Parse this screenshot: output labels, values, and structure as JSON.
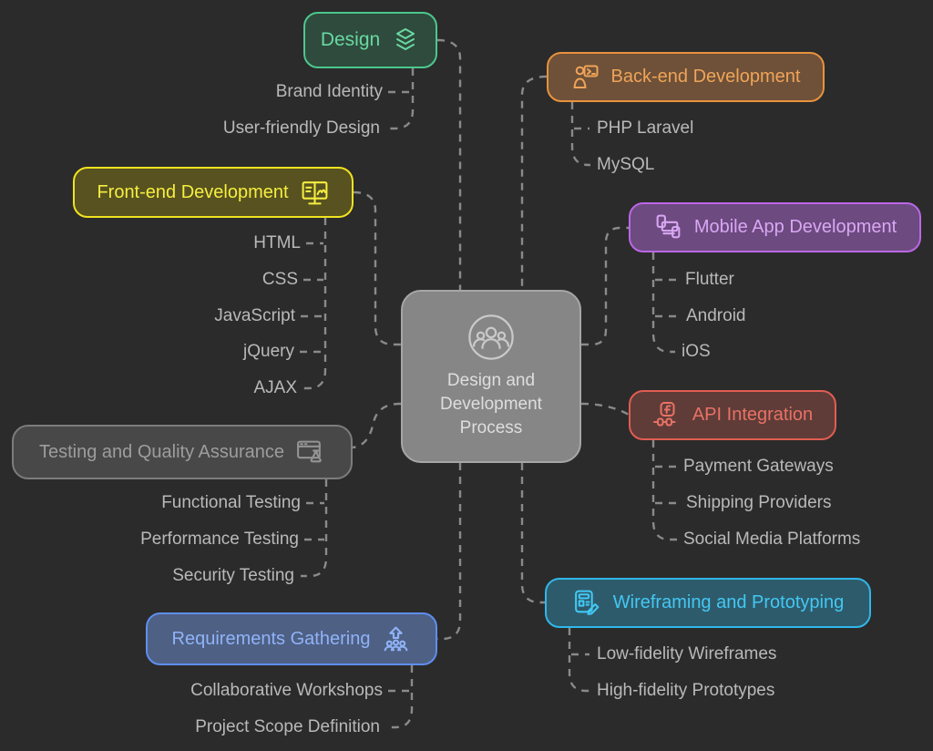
{
  "title": "Design and Development Process",
  "canvas": {
    "background": "#2b2b2b",
    "connector_color": "#8a8a8a",
    "child_text_color": "#b9b9b9"
  },
  "center": {
    "line1": "Design and",
    "line2": "Development",
    "line3": "Process",
    "icon": "team-people-icon",
    "fill": "#868686",
    "border": "#a6a6a6",
    "text_color": "#dedede"
  },
  "nodes": {
    "design": {
      "label": "Design",
      "icon": "design-layers-icon",
      "border": "#4cc88d",
      "fill": "#2f4b3d",
      "text_color": "#68d9a2"
    },
    "backend": {
      "label": "Back-end Development",
      "icon": "developer-terminal-icon",
      "border": "#e8923e",
      "fill": "#6e5138",
      "text_color": "#f0a459"
    },
    "frontend": {
      "label": "Front-end Development",
      "icon": "monitor-code-icon",
      "border": "#f2e31f",
      "fill": "#575220",
      "text_color": "#f6ee3f"
    },
    "mobile": {
      "label": "Mobile App Development",
      "icon": "devices-icon",
      "border": "#bb67e5",
      "fill": "#6d4a80",
      "text_color": "#d9a7f3"
    },
    "api": {
      "label": "API Integration",
      "icon": "social-api-plug-icon",
      "border": "#e15d52",
      "fill": "#5f3c38",
      "text_color": "#ea7165"
    },
    "testing": {
      "label": "Testing and Quality Assurance",
      "icon": "browser-flask-icon",
      "border": "#7d7d7d",
      "fill": "#484848",
      "text_color": "#9d9d9d"
    },
    "wireframing": {
      "label": "Wireframing and Prototyping",
      "icon": "wireframe-pencil-icon",
      "border": "#30b8e9",
      "fill": "#2e5b6b",
      "text_color": "#42c8f4"
    },
    "requirements": {
      "label": "Requirements Gathering",
      "icon": "people-growth-icon",
      "border": "#5f8ef0",
      "fill": "#4e6084",
      "text_color": "#90b3f8"
    }
  },
  "children": {
    "design": [
      "Brand Identity",
      "User-friendly Design"
    ],
    "backend": [
      "PHP Laravel",
      "MySQL"
    ],
    "frontend": [
      "HTML",
      "CSS",
      "JavaScript",
      "jQuery",
      "AJAX"
    ],
    "mobile": [
      "Flutter",
      "Android",
      "iOS"
    ],
    "api": [
      "Payment Gateways",
      "Shipping Providers",
      "Social Media Platforms"
    ],
    "testing": [
      "Functional Testing",
      "Performance Testing",
      "Security Testing"
    ],
    "wireframing": [
      "Low-fidelity Wireframes",
      "High-fidelity Prototypes"
    ],
    "requirements": [
      "Collaborative Workshops",
      "Project Scope Definition"
    ]
  }
}
